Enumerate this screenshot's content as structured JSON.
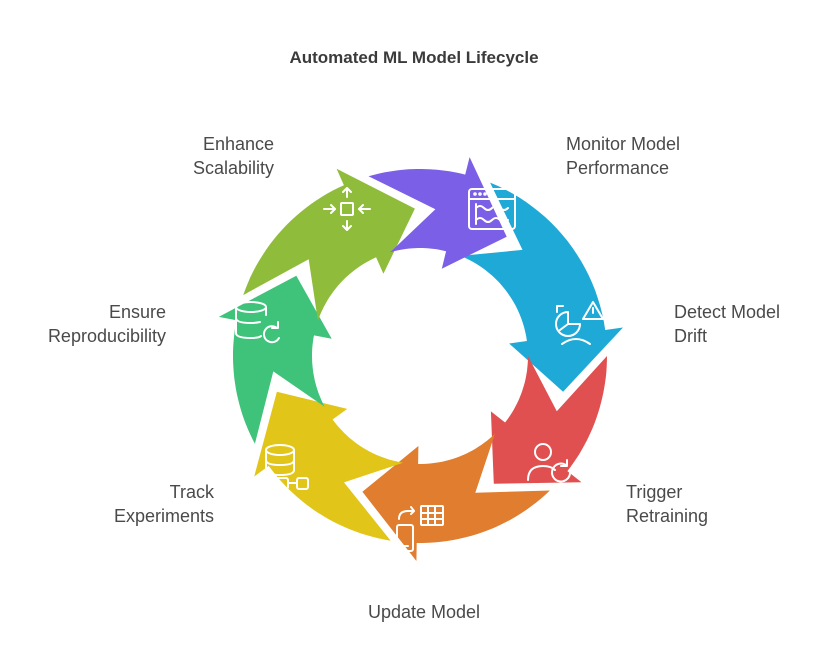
{
  "title": "Automated ML Model Lifecycle",
  "steps": [
    {
      "id": "monitor",
      "lines": [
        "Monitor Model",
        "Performance"
      ],
      "color": "#1fa9d6",
      "icon": "dashboard-chart-icon"
    },
    {
      "id": "drift",
      "lines": [
        "Detect Model",
        "Drift"
      ],
      "color": "#e15050",
      "icon": "drift-alert-icon"
    },
    {
      "id": "retrain",
      "lines": [
        "Trigger",
        "Retraining"
      ],
      "color": "#e07d2e",
      "icon": "user-refresh-icon"
    },
    {
      "id": "update",
      "lines": [
        "Update Model"
      ],
      "color": "#e2c519",
      "icon": "phone-table-icon"
    },
    {
      "id": "experiments",
      "lines": [
        "Track",
        "Experiments"
      ],
      "color": "#3fc27a",
      "icon": "database-link-icon"
    },
    {
      "id": "reproduce",
      "lines": [
        "Ensure",
        "Reproducibility"
      ],
      "color": "#8fbc3a",
      "icon": "database-refresh-icon"
    },
    {
      "id": "scale",
      "lines": [
        "Enhance",
        "Scalability"
      ],
      "color": "#7b5fe6",
      "icon": "arrows-inward-icon"
    }
  ]
}
